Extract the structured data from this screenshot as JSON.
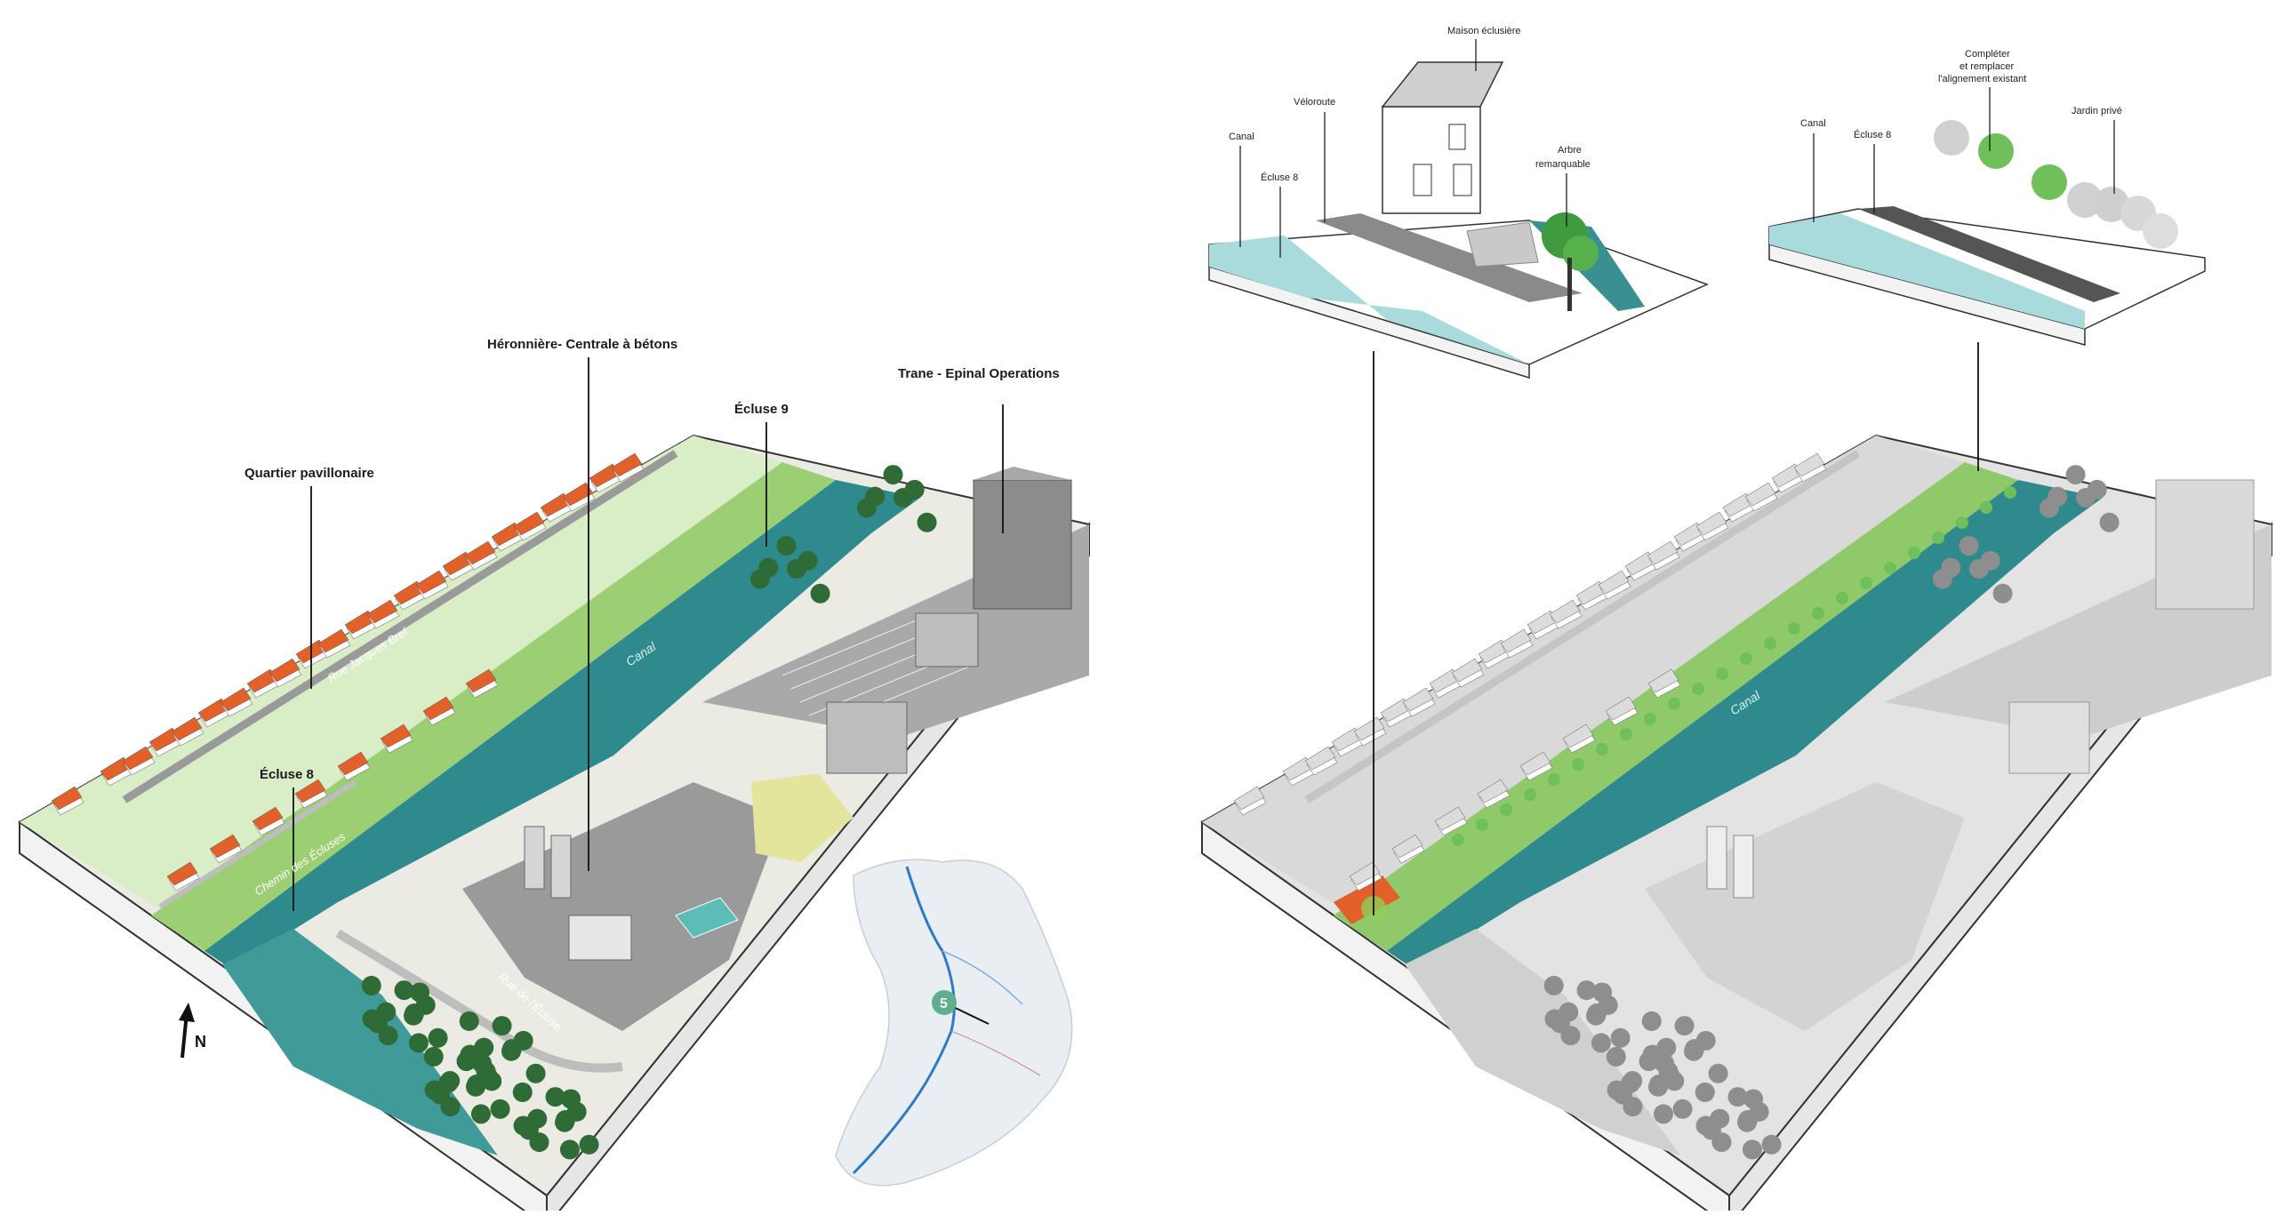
{
  "labels": {
    "heronniere": "Héronnière- Centrale à bétons",
    "trane": "Trane - Epinal Operations",
    "ecluse9": "Écluse 9",
    "quartier": "Quartier pavillonaire",
    "ecluse8": "Écluse 8",
    "canal": "Canal",
    "rue_jacques_brel": "Rue Jacques Brel",
    "chemin_ecluses": "Chemin des Écluses",
    "rue_ecluse": "Rue de l'Écluse",
    "north": "N",
    "map_marker": "5"
  },
  "right_labels": {
    "canal_map": "Canal",
    "maison": "Maison éclusière",
    "veloroute": "Véloroute",
    "canal": "Canal",
    "ecluse8": "Écluse 8",
    "arbre_line1": "Arbre",
    "arbre_line2": "remarquable",
    "canal2": "Canal",
    "ecluse8_2": "Écluse 8",
    "completer_line1": "Compléter",
    "completer_line2": "et remplacer",
    "completer_line3": "l'alignement existant",
    "jardin": "Jardin privé"
  },
  "colors": {
    "canal": "#2f8a8e",
    "canal_light": "#a9dbdd",
    "green_light": "#d7ecc3",
    "green_mid": "#8fc96a",
    "tree_dark": "#2f6b36",
    "roof": "#e2602a",
    "industrial": "#8c8c8c",
    "accent_green": "#6fbf5a",
    "marker": "#5fae8c"
  }
}
